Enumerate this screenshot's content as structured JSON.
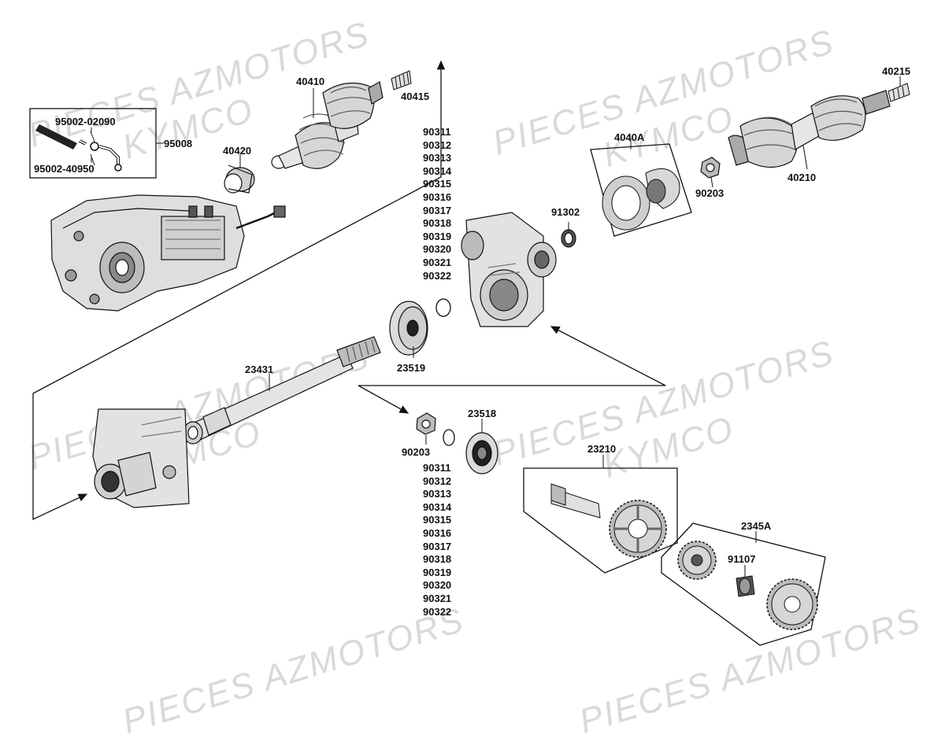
{
  "watermark": {
    "line1": "PIECES AZMOTORS",
    "line2": "KYMCO"
  },
  "parts": {
    "p40410": "40410",
    "p40415": "40415",
    "p40420": "40420",
    "p95002_02090": "95002-02090",
    "p95008": "95008",
    "p95002_40950": "95002-40950",
    "p4040A": "4040A",
    "p40215": "40215",
    "p40210": "40210",
    "p90203_top": "90203",
    "p91302": "91302",
    "p23519": "23519",
    "p23431": "23431",
    "p90203_low": "90203",
    "p23518": "23518",
    "p23210": "23210",
    "p2345A": "2345A",
    "p91107": "91107"
  },
  "shim_list_top": [
    "90311",
    "90312",
    "90313",
    "90314",
    "90315",
    "90316",
    "90317",
    "90318",
    "90319",
    "90320",
    "90321",
    "90322"
  ],
  "shim_list_bottom": [
    "90311",
    "90312",
    "90313",
    "90314",
    "90315",
    "90316",
    "90317",
    "90318",
    "90319",
    "90320",
    "90321",
    "90322"
  ]
}
